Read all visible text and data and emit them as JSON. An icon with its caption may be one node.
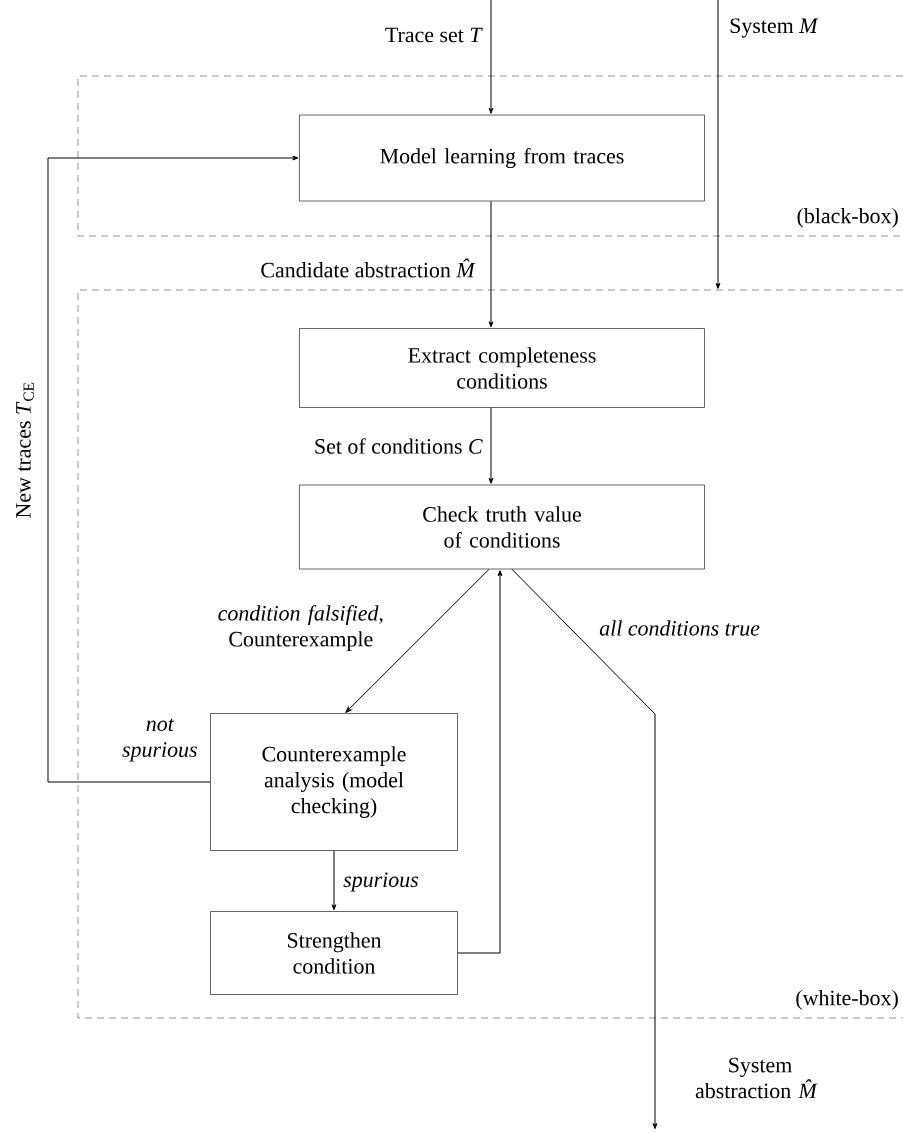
{
  "diagram": {
    "nodes": [
      {
        "text": [
          "(black-box)"
        ]
      },
      {
        "text": [
          "Model learning from traces"
        ],
        "in": 0
      },
      {
        "text": [
          "(white-box)"
        ]
      },
      {
        "text": [
          "Extract completeness conditions"
        ],
        "in": 2
      },
      {
        "text": [
          "Check truth value of conditions"
        ],
        "in": 2
      },
      {
        "text": [
          "Counterexample analysis (model checking)"
        ],
        "in": 2
      },
      {
        "text": [
          "Strengthen condition"
        ],
        "in": 2
      }
    ],
    "edges": [
      {
        "from": null,
        "to": 1,
        "arrow": "to",
        "label": "Trace set *T*"
      },
      {
        "from": null,
        "to": 2,
        "arrow": "to",
        "label": "System *M*"
      },
      {
        "from": 1,
        "to": 3,
        "arrow": "to",
        "label": "Candidate abstraction *M̂*"
      },
      {
        "from": 3,
        "to": 4,
        "arrow": "to",
        "label": "Set of conditions *C*"
      },
      {
        "from": 4,
        "to": 5,
        "arrow": "to",
        "label": "*condition falsified*, Counterexample"
      },
      {
        "from": 5,
        "to": 6,
        "arrow": "to",
        "label": "spurious"
      },
      {
        "from": 6,
        "to": 4,
        "arrow": "to"
      },
      {
        "from": 5,
        "to": 1,
        "arrow": "to",
        "label": "not spurious"
      },
      {
        "from": 4,
        "to": null,
        "arrow": "to",
        "label": "all conditions true"
      }
    ],
    "labels": [
      "New traces *T*$_{CE}$",
      "System abstraction *M̂*"
    ]
  }
}
